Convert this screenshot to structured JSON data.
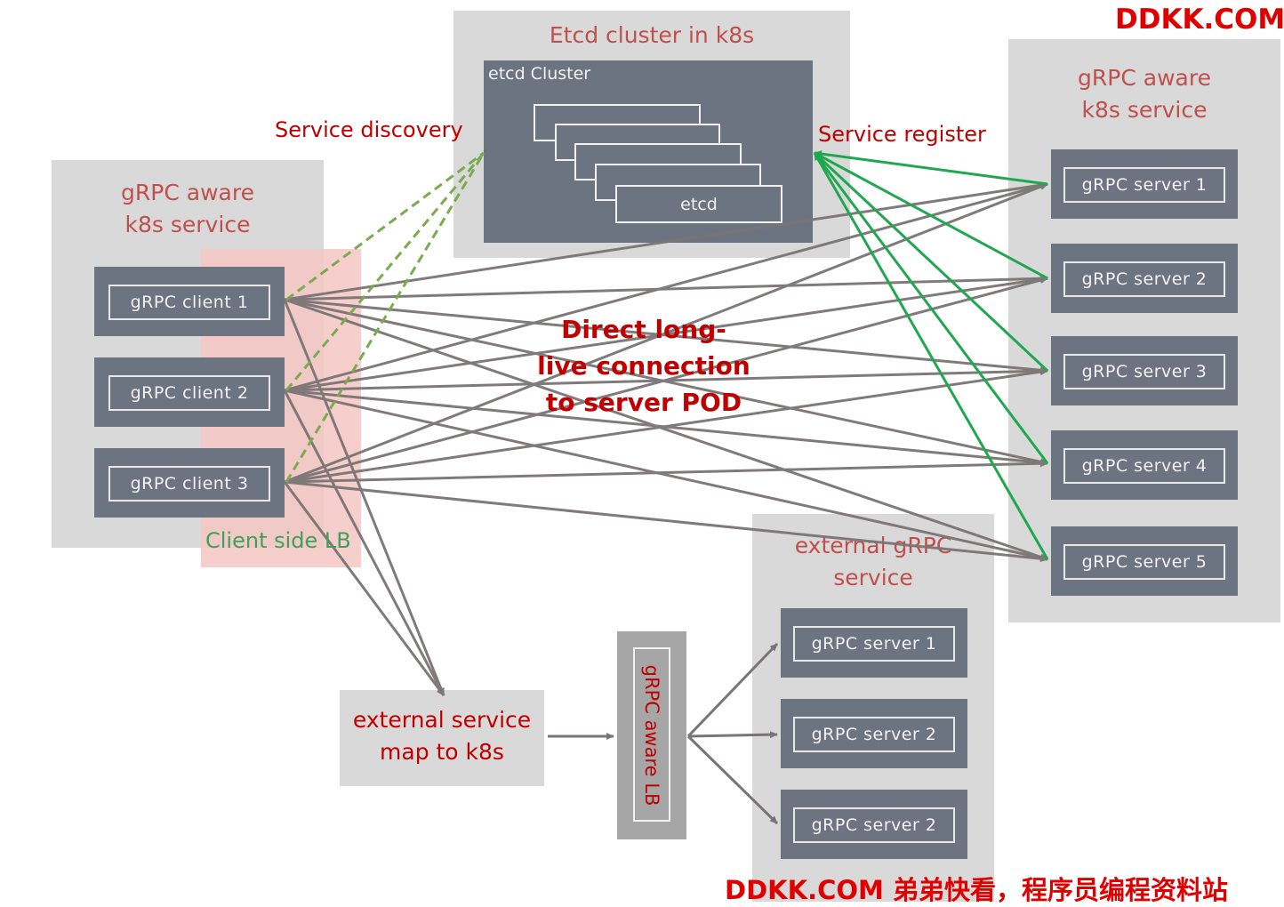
{
  "watermark_top": "DDKK.COM",
  "watermark_bottom": "DDKK.COM 弟弟快看，程序员编程资料站",
  "etcd_panel": {
    "title": "Etcd cluster in k8s",
    "cluster_label": "etcd Cluster",
    "node_label": "etcd"
  },
  "client_service": {
    "title": "gRPC aware\nk8s service",
    "clients": [
      "gRPC client 1",
      "gRPC client 2",
      "gRPC client 3"
    ],
    "lb_label": "Client side LB"
  },
  "server_service": {
    "title": "gRPC aware\nk8s service",
    "servers": [
      "gRPC server 1",
      "gRPC server 2",
      "gRPC server 3",
      "gRPC server 4",
      "gRPC server 5"
    ]
  },
  "external_service": {
    "title": "external gRPC\nservice",
    "servers": [
      "gRPC server 1",
      "gRPC server 2",
      "gRPC server 2"
    ]
  },
  "labels": {
    "service_discovery": "Service discovery",
    "service_register": "Service register",
    "direct_connection": "Direct long-\nlive connection\nto server POD",
    "external_map": "external service\nmap to k8s",
    "grpc_lb": "gRPC aware LB"
  },
  "colors": {
    "panel": "#d9d9d9",
    "pod": "#6d7481",
    "title": "#c0504d",
    "red_label": "#c00000",
    "green_label": "#3fa05a",
    "connection_line": "#7a7474",
    "discovery_line": "#7aab4f",
    "register_line": "#1fa84f",
    "lb_highlight": "#f4c7c3"
  }
}
